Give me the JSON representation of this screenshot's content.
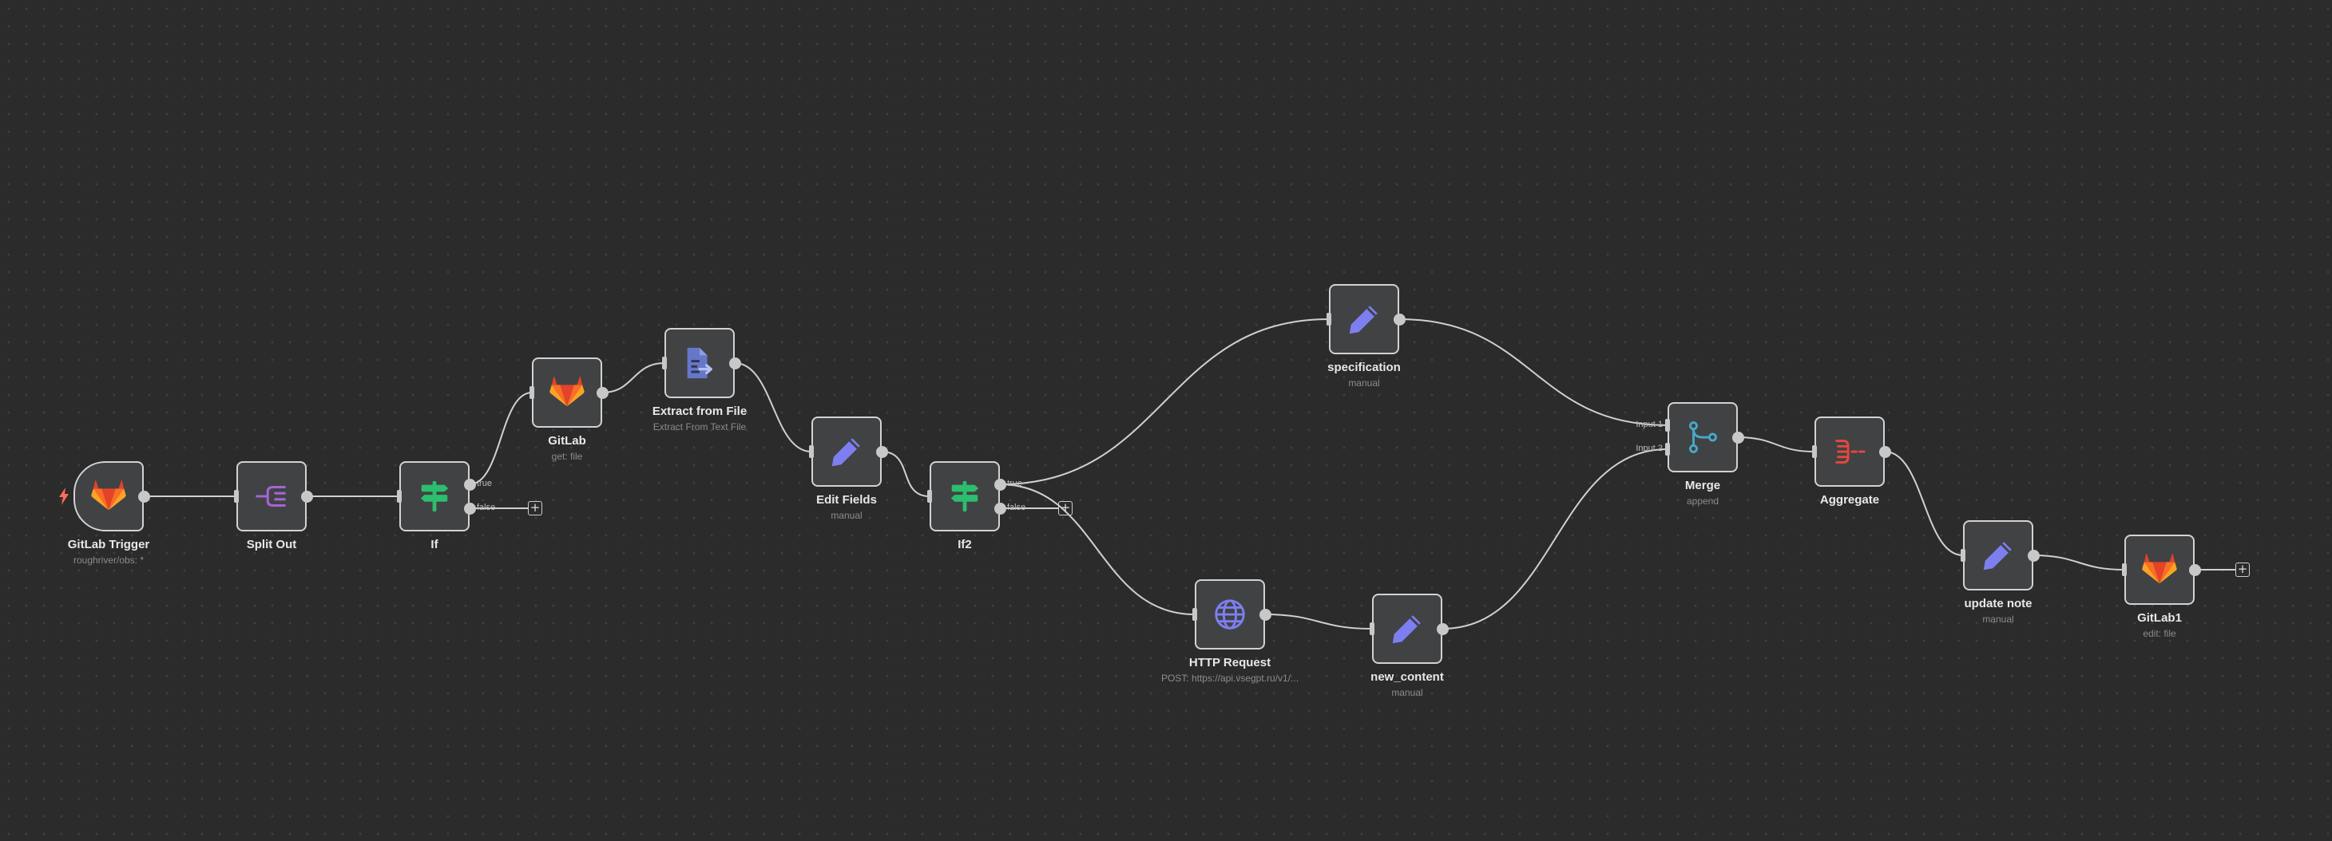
{
  "workflow": {
    "nodes": [
      {
        "id": "gitlab-trigger",
        "title": "GitLab Trigger",
        "subtitle": "roughriver/obs: *",
        "icon": "gitlab-icon",
        "trigger": true
      },
      {
        "id": "split-out",
        "title": "Split Out",
        "subtitle": "",
        "icon": "split-out-icon"
      },
      {
        "id": "if",
        "title": "If",
        "subtitle": "",
        "icon": "if-signpost-icon"
      },
      {
        "id": "gitlab",
        "title": "GitLab",
        "subtitle": "get: file",
        "icon": "gitlab-icon"
      },
      {
        "id": "extract-from-file",
        "title": "Extract from File",
        "subtitle": "Extract From Text File",
        "icon": "extract-file-icon"
      },
      {
        "id": "edit-fields",
        "title": "Edit Fields",
        "subtitle": "manual",
        "icon": "pencil-icon"
      },
      {
        "id": "if2",
        "title": "If2",
        "subtitle": "",
        "icon": "if-signpost-icon"
      },
      {
        "id": "specification",
        "title": "specification",
        "subtitle": "manual",
        "icon": "pencil-icon"
      },
      {
        "id": "http-request",
        "title": "HTTP Request",
        "subtitle": "POST: https://api.vsegpt.ru/v1/...",
        "icon": "globe-icon"
      },
      {
        "id": "new-content",
        "title": "new_content",
        "subtitle": "manual",
        "icon": "pencil-icon"
      },
      {
        "id": "merge",
        "title": "Merge",
        "subtitle": "append",
        "icon": "merge-icon"
      },
      {
        "id": "aggregate",
        "title": "Aggregate",
        "subtitle": "",
        "icon": "aggregate-icon"
      },
      {
        "id": "update-note",
        "title": "update note",
        "subtitle": "manual",
        "icon": "pencil-icon"
      },
      {
        "id": "gitlab1",
        "title": "GitLab1",
        "subtitle": "edit: file",
        "icon": "gitlab-icon"
      }
    ],
    "branch_labels": {
      "true": "true",
      "false": "false"
    },
    "merge_inputs": [
      "Input 1",
      "Input 2"
    ],
    "add_node_symbol": "+",
    "colors": {
      "canvas_bg": "#2b2b2b",
      "node_bg": "#414244",
      "node_border": "#d2d2d2",
      "wire": "#d0d0d0",
      "gitlab_orange": "#e2432a",
      "split_purple": "#a464d6",
      "if_green": "#2dbd6e",
      "extract_blue": "#6677c9",
      "pencil_violet": "#7d7ff0",
      "globe_violet": "#7d7ff0",
      "merge_cyan": "#46a9c9",
      "aggregate_red": "#e5483c",
      "trigger_bolt": "#ff6d5a"
    }
  }
}
